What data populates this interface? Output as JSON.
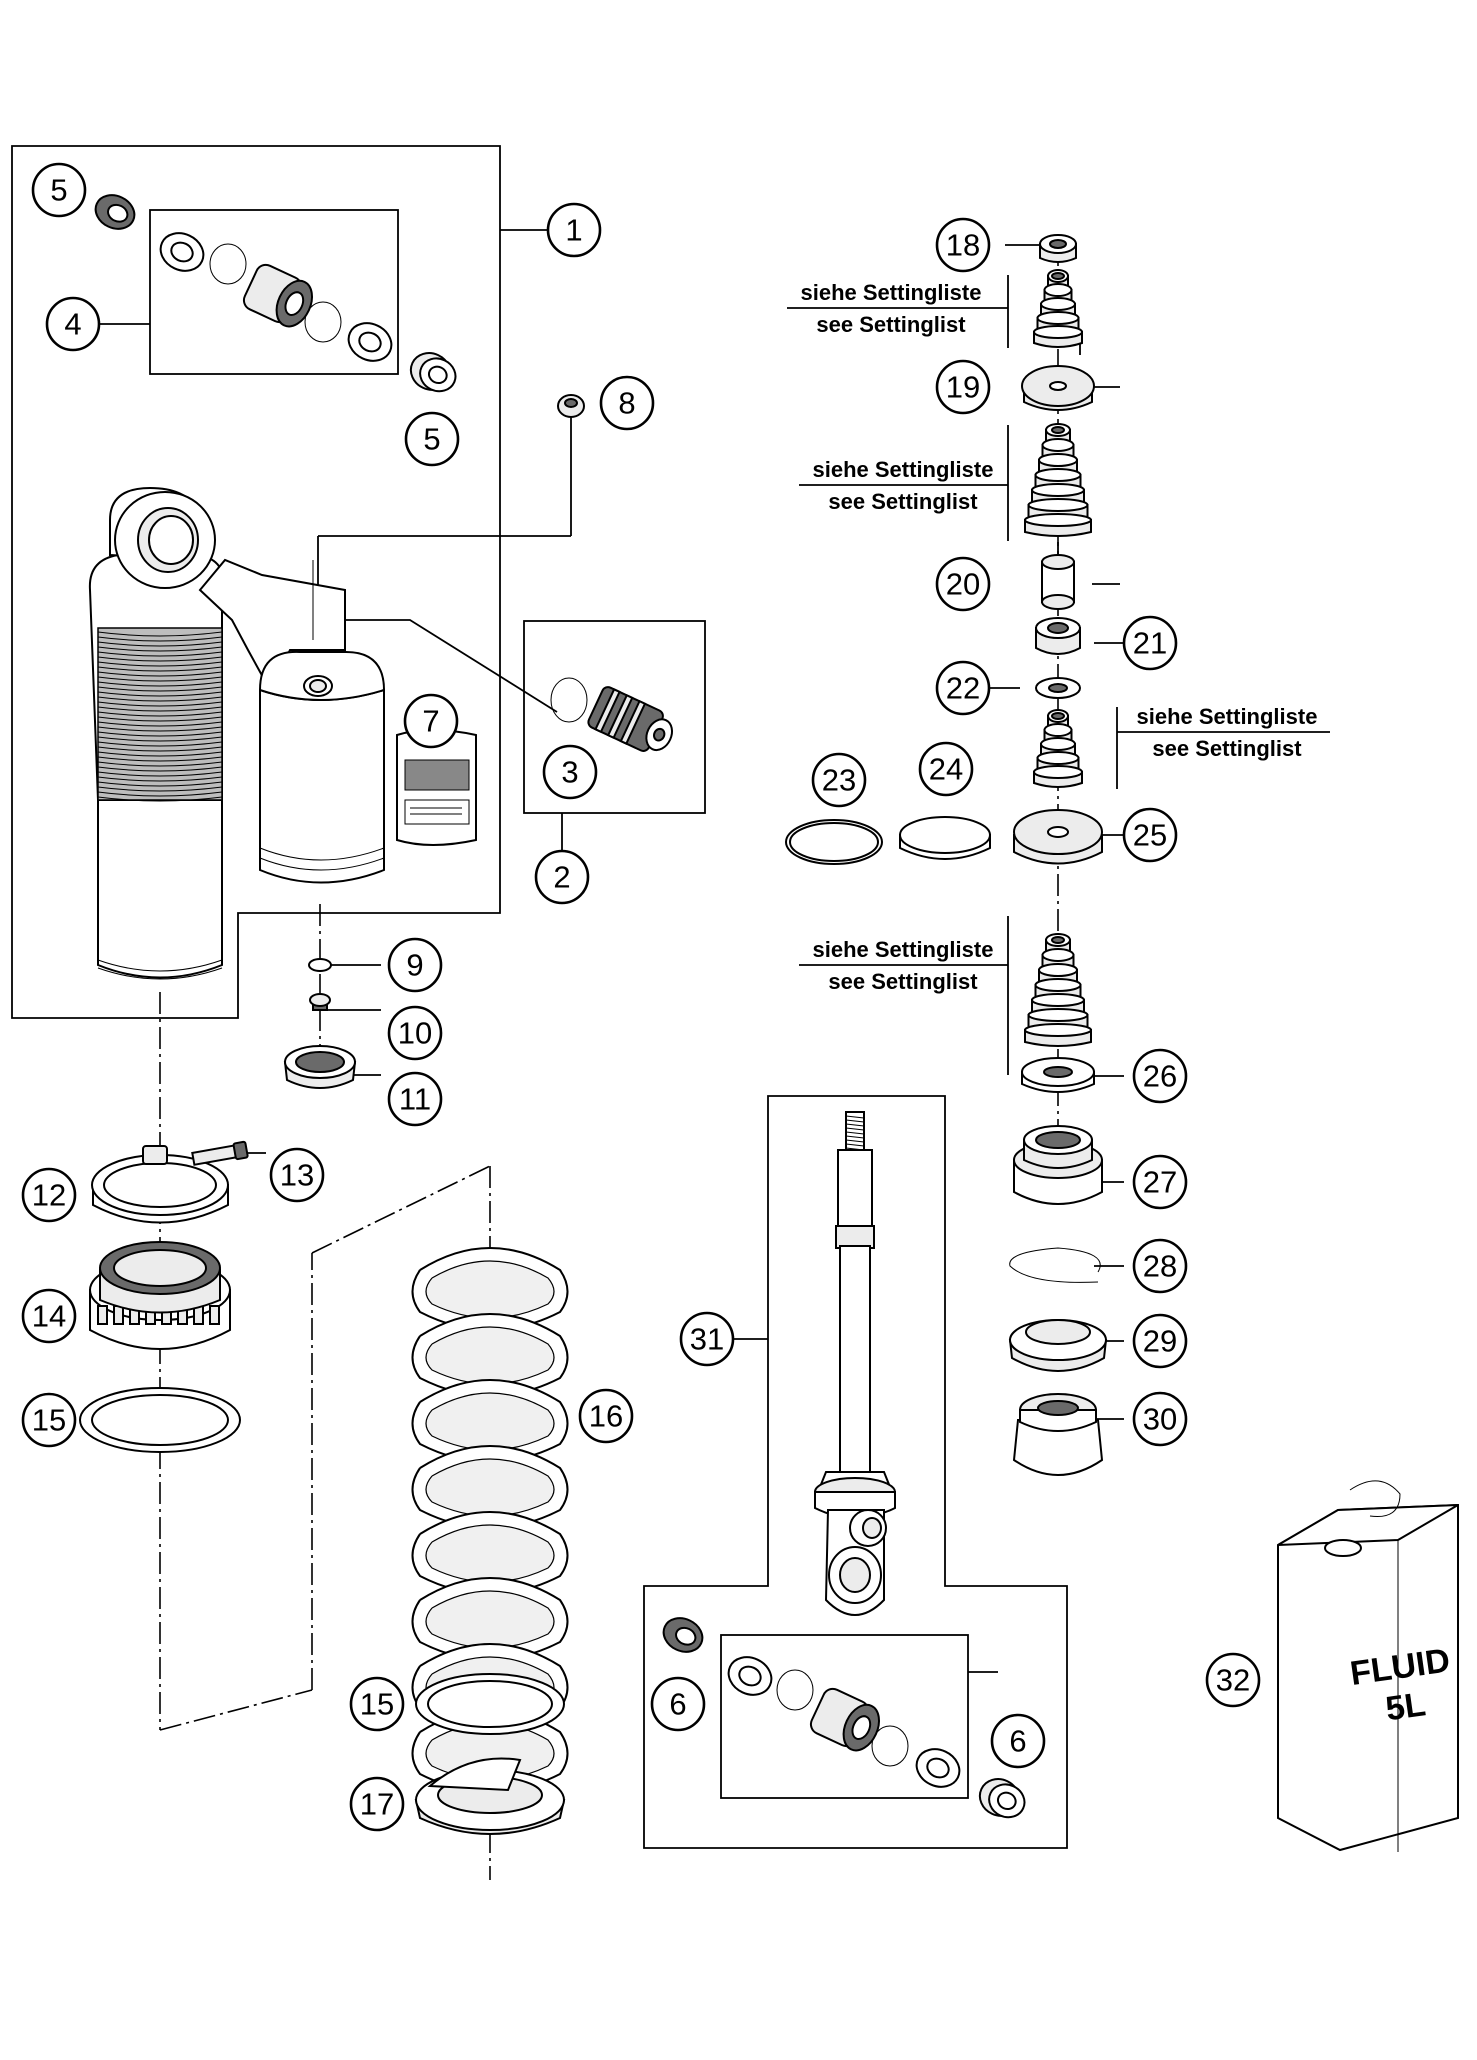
{
  "callouts": [
    "1",
    "2",
    "3",
    "4",
    "5",
    "6",
    "7",
    "8",
    "9",
    "10",
    "11",
    "12",
    "13",
    "14",
    "15",
    "16",
    "17",
    "18",
    "19",
    "20",
    "21",
    "22",
    "23",
    "24",
    "25",
    "26",
    "27",
    "28",
    "29",
    "30",
    "31",
    "32"
  ],
  "notes": {
    "de": "siehe Settingliste",
    "en": "see Settinglist"
  },
  "can": {
    "line1": "FLUID",
    "line2": "5L"
  }
}
